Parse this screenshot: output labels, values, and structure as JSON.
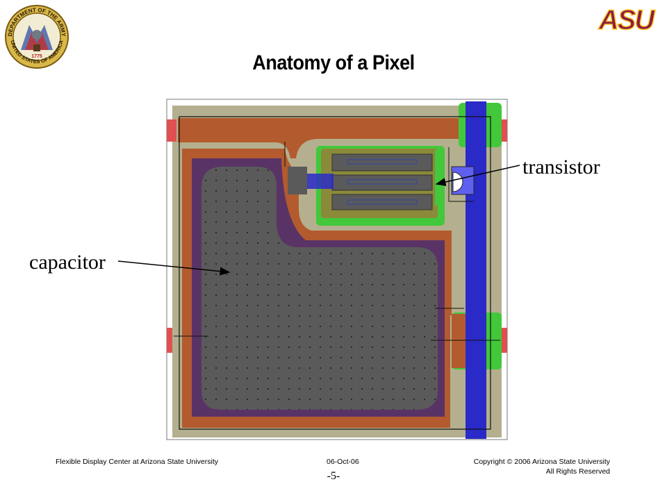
{
  "slide": {
    "title": "Anatomy of a Pixel",
    "labels": {
      "transistor": "transistor",
      "capacitor": "capacitor"
    },
    "footer": {
      "left": "Flexible Display Center at Arizona State University",
      "date": "06-Oct-06",
      "copyright": "Copyright © 2006 Arizona State University",
      "rights": "All Rights Reserved",
      "page": "-5-"
    },
    "logos": {
      "left": {
        "icon": "army-seal-icon",
        "ring_text_top": "DEPARTMENT OF THE ARMY",
        "ring_text_bottom": "UNITED STATES OF AMERICA",
        "year": "1775"
      },
      "right": {
        "icon": "asu-logo-icon",
        "text": "ASU"
      }
    },
    "colors": {
      "substrate": "#b4b08f",
      "orange": "#b35b2e",
      "purple": "#5a3366",
      "gray": "#5a5a5a",
      "blue": "#2a2ac8",
      "green": "#42c83a",
      "red": "#e05050",
      "asu_maroon": "#8c1d40",
      "asu_gold": "#ffc627"
    }
  }
}
